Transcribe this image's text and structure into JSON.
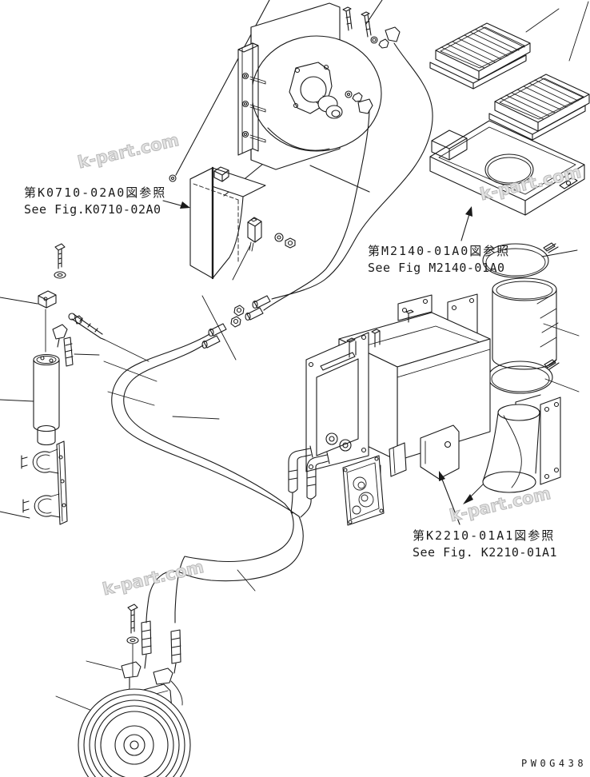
{
  "page": {
    "background": "#ffffff",
    "drawing_number": "PW0G438",
    "watermark_text": "k-part.com"
  },
  "references": [
    {
      "jp": "第K0710-02A0図参照",
      "en": "See Fig.K0710-02A0"
    },
    {
      "jp": "第M2140-01A0図参照",
      "en": "See Fig M2140-01A0"
    },
    {
      "jp": "第K2210-01A1図参照",
      "en": "See Fig. K2210-01A1"
    }
  ],
  "colors": {
    "line": "#1a1a1a",
    "watermark_stroke": "#b9b9b9",
    "text": "#1a1a1a"
  },
  "parts": [
    "blower-fan-assembly",
    "condenser-mount-panel",
    "relay-switch",
    "air-filter-1",
    "air-filter-2",
    "filter-tray",
    "hose-clamp-upper",
    "flexible-duct",
    "hose-clamp-lower",
    "duct-boot",
    "air-conditioner-unit",
    "heater-seal-plate",
    "mounting-bracket",
    "receiver-drier",
    "drier-mount-bracket",
    "drier-clamp-band-1",
    "drier-clamp-band-2",
    "refrigerant-hoses",
    "hose-couplings",
    "compressor",
    "mounting-bolt",
    "washer"
  ]
}
